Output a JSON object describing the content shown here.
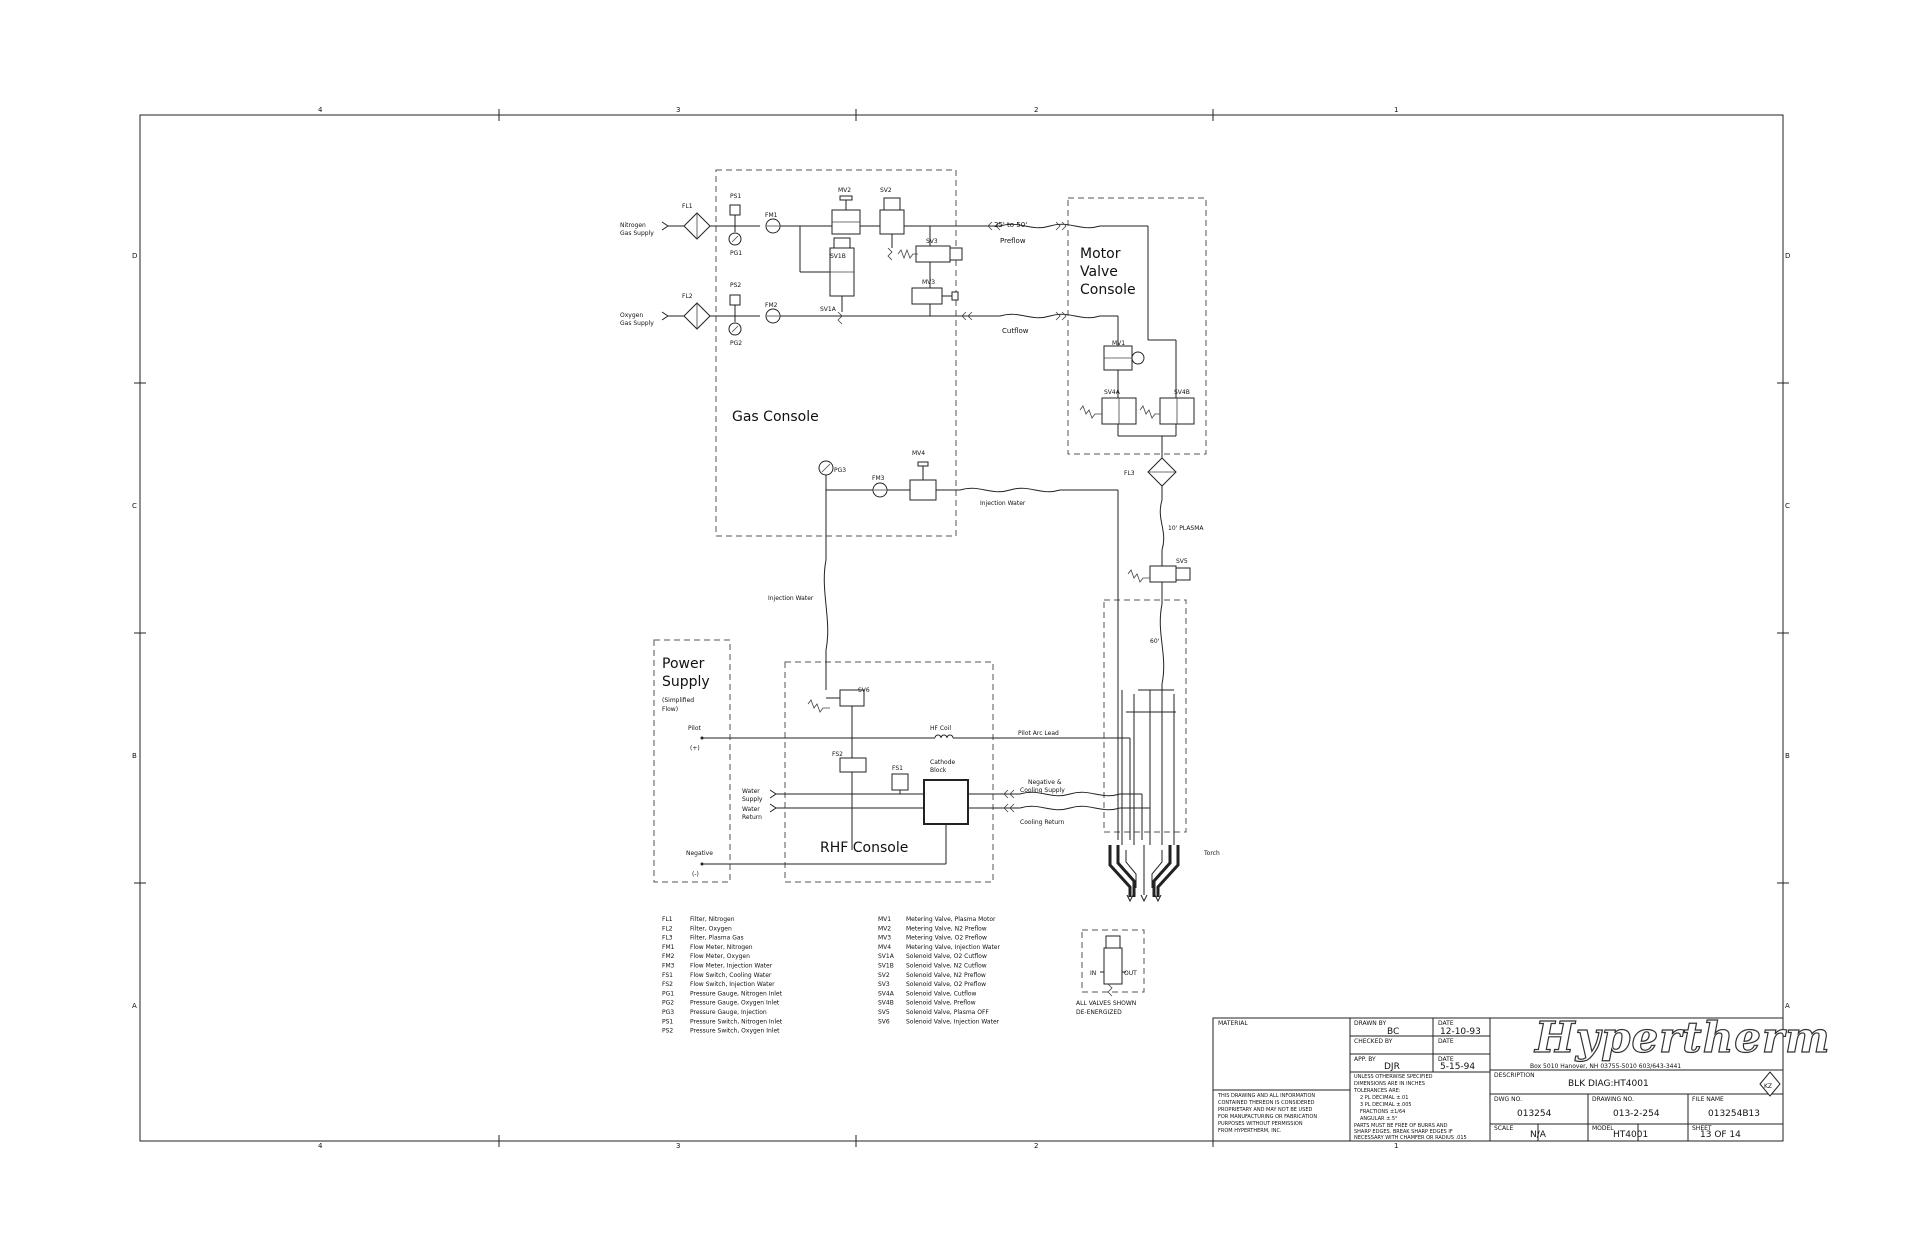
{
  "border": {
    "col_top": [
      "4",
      "3",
      "2",
      "1"
    ],
    "col_bottom": [
      "4",
      "3",
      "2",
      "1"
    ],
    "row_left": [
      "D",
      "C",
      "B",
      "A"
    ],
    "row_right": [
      "D",
      "C",
      "B",
      "A"
    ]
  },
  "consoles": {
    "gas": "Gas Console",
    "motor_l1": "Motor",
    "motor_l2": "Valve",
    "motor_l3": "Console",
    "power_l1": "Power",
    "power_l2": "Supply",
    "power_note1": "(Simplified",
    "power_note2": "Flow)",
    "rhf": "RHF Console"
  },
  "supplies": {
    "nitrogen_l1": "Nitrogen",
    "nitrogen_l2": "Gas Supply",
    "oxygen_l1": "Oxygen",
    "oxygen_l2": "Gas Supply"
  },
  "components": {
    "fl1": "FL1",
    "fl2": "FL2",
    "fl3": "FL3",
    "ps1": "PS1",
    "ps2": "PS2",
    "pg1": "PG1",
    "pg2": "PG2",
    "pg3": "PG3",
    "fm1": "FM1",
    "fm2": "FM2",
    "fm3": "FM3",
    "mv1": "MV1",
    "mv2": "MV2",
    "mv3": "MV3",
    "mv4": "MV4",
    "sv1a": "SV1A",
    "sv1b": "SV1B",
    "sv2": "SV2",
    "sv3": "SV3",
    "sv4a": "SV4A",
    "sv4b": "SV4B",
    "sv5": "SV5",
    "sv6": "SV6",
    "fs1": "FS1",
    "fs2": "FS2",
    "cathode_l1": "Cathode",
    "cathode_l2": "Block",
    "hf_coil": "HF Coil",
    "torch": "Torch"
  },
  "lines": {
    "preflow_len": "25' to 50'",
    "preflow": "Preflow",
    "cutflow": "Cutflow",
    "injection_water_h": "Injection Water",
    "injection_water_v": "Injection Water",
    "plasma": "10' PLASMA",
    "torch_len": "60'",
    "pilot": "Pilot",
    "pilot_plus": "(+)",
    "pilot_arc_lead": "Pilot Arc Lead",
    "water_supply_l1": "Water",
    "water_supply_l2": "Supply",
    "water_return_l1": "Water",
    "water_return_l2": "Return",
    "neg_cooling_l1": "Negative &",
    "neg_cooling_l2": "Cooling Supply",
    "cooling_return": "Cooling Return",
    "negative": "Negative",
    "negative_minus": "(-)"
  },
  "legend_left": [
    {
      "code": "FL1",
      "desc": "Filter, Nitrogen"
    },
    {
      "code": "FL2",
      "desc": "Filter, Oxygen"
    },
    {
      "code": "FL3",
      "desc": "Filter, Plasma Gas"
    },
    {
      "code": "FM1",
      "desc": "Flow Meter, Nitrogen"
    },
    {
      "code": "FM2",
      "desc": "Flow Meter, Oxygen"
    },
    {
      "code": "FM3",
      "desc": "Flow Meter, Injection Water"
    },
    {
      "code": "FS1",
      "desc": "Flow Switch, Cooling Water"
    },
    {
      "code": "FS2",
      "desc": "Flow Switch, Injection Water"
    },
    {
      "code": "PG1",
      "desc": "Pressure Gauge, Nitrogen Inlet"
    },
    {
      "code": "PG2",
      "desc": "Pressure Gauge, Oxygen Inlet"
    },
    {
      "code": "PG3",
      "desc": "Pressure Gauge, Injection"
    },
    {
      "code": "PS1",
      "desc": "Pressure Switch, Nitrogen Inlet"
    },
    {
      "code": "PS2",
      "desc": "Pressure Switch, Oxygen Inlet"
    }
  ],
  "legend_right": [
    {
      "code": "MV1",
      "desc": "Metering Valve, Plasma Motor"
    },
    {
      "code": "MV2",
      "desc": "Metering Valve, N2 Preflow"
    },
    {
      "code": "MV3",
      "desc": "Metering Valve, O2 Preflow"
    },
    {
      "code": "MV4",
      "desc": "Metering Valve, Injection Water"
    },
    {
      "code": "SV1A",
      "desc": "Solenoid Valve, O2 Cutflow"
    },
    {
      "code": "SV1B",
      "desc": "Solenoid Valve, N2 Cutflow"
    },
    {
      "code": "SV2",
      "desc": "Solenoid Valve, N2 Preflow"
    },
    {
      "code": "SV3",
      "desc": "Solenoid Valve, O2 Preflow"
    },
    {
      "code": "SV4A",
      "desc": "Solenoid Valve, Cutflow"
    },
    {
      "code": "SV4B",
      "desc": "Solenoid Valve, Preflow"
    },
    {
      "code": "SV5",
      "desc": "Solenoid Valve, Plasma OFF"
    },
    {
      "code": "SV6",
      "desc": "Solenoid Valve, Injection Water"
    }
  ],
  "valve_note": {
    "in": "IN",
    "out": "OUT",
    "l1": "ALL VALVES SHOWN",
    "l2": "DE-ENERGIZED"
  },
  "title_block": {
    "material": "MATERIAL",
    "drawn_by_label": "DRAWN BY",
    "drawn_by": "BC",
    "date_label1": "DATE",
    "date1": "12-10-93",
    "checked_by_label": "CHECKED BY",
    "date_label2": "DATE",
    "appby_label": "APP. BY",
    "appby": "DJR",
    "date_label3": "DATE",
    "date3": "5-15-94",
    "company": "Hypertherm",
    "address": "Box 5010 Hanover, NH 03755-5010 603/643-3441",
    "unless_l1": "UNLESS OTHERWISE SPECIFIED",
    "unless_l2": "DIMENSIONS ARE IN INCHES",
    "unless_l3": "TOLERANCES ARE:",
    "unless_l4": "2 PL DECIMAL ±.01",
    "unless_l5": "3 PL DECIMAL ±.005",
    "unless_l6": "FRACTIONS ±1/64",
    "unless_l7": "ANGULAR ±.5°",
    "unless_l8": "PARTS MUST BE FREE OF BURRS AND",
    "unless_l9": "SHARP EDGES. BREAK SHARP EDGES IF",
    "unless_l10": "NECESSARY WITH CHAMFER OR RADIUS .015",
    "proprietary_l1": "THIS DRAWING AND ALL INFORMATION",
    "proprietary_l2": "CONTAINED THEREON IS CONSIDERED",
    "proprietary_l3": "PROPRIETARY AND MAY NOT BE USED",
    "proprietary_l4": "FOR MANUFACTURING OR FABRICATION",
    "proprietary_l5": "PURPOSES WITHOUT PERMISSION",
    "proprietary_l6": "FROM HYPERTHERM, INC.",
    "description_label": "DESCRIPTION",
    "description": "BLK DIAG:HT4001",
    "rev": "KZ",
    "dwg_label": "DWG NO.",
    "dwg": "013254",
    "drawing_no_label": "DRAWING NO.",
    "drawing_no": "013-2-254",
    "file_label": "FILE NAME",
    "file": "013254B13",
    "scale_label": "SCALE",
    "scale": "N/A",
    "model_label": "MODEL",
    "model": "HT4001",
    "sheet_label": "SHEET",
    "sheet": "13 OF 14"
  }
}
